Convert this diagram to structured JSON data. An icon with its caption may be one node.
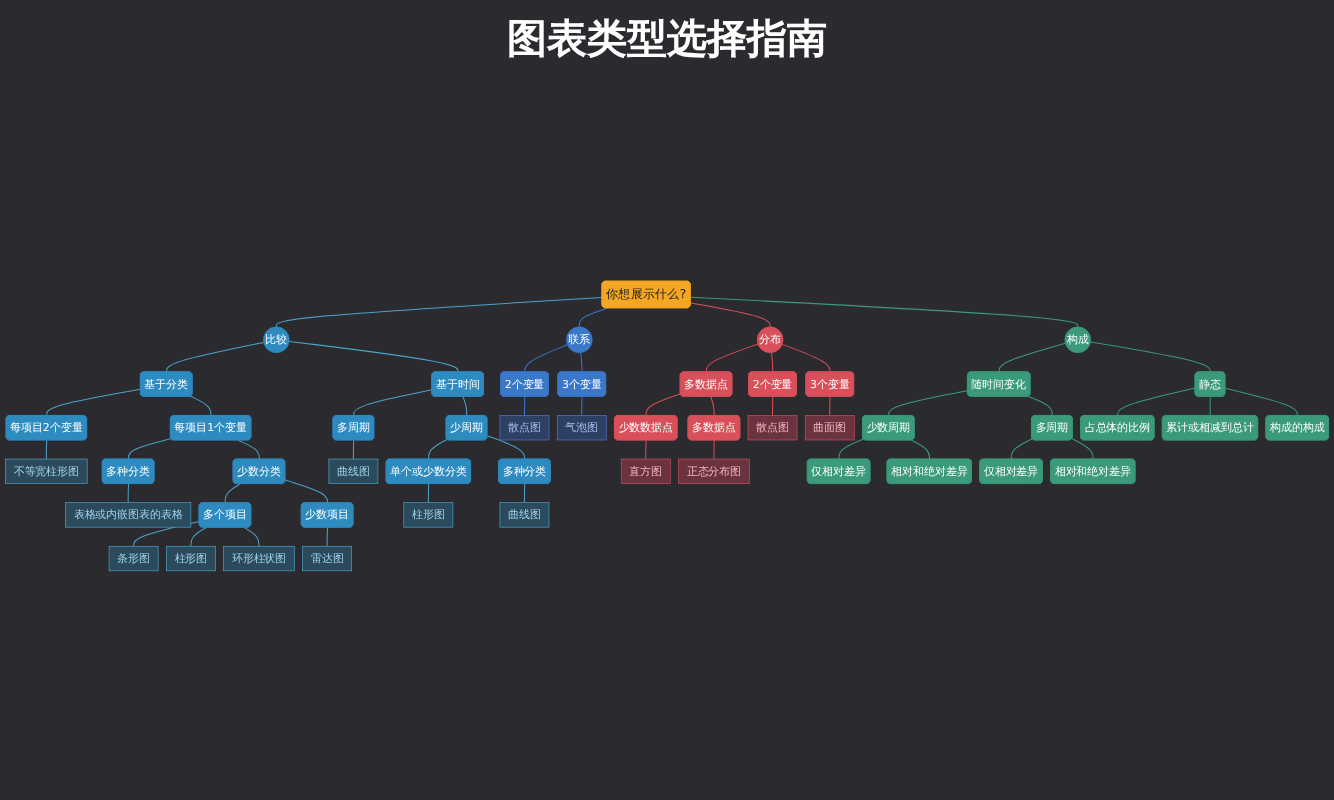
{
  "diagram": {
    "title": "图表类型选择指南",
    "nodes": [
      {
        "text": [
          "你想展示什么?"
        ]
      },
      {
        "text": [
          "比较"
        ]
      },
      {
        "text": [
          "联系"
        ]
      },
      {
        "text": [
          "分布"
        ]
      },
      {
        "text": [
          "构成"
        ]
      },
      {
        "text": [
          "基于分类"
        ]
      },
      {
        "text": [
          "基于时间"
        ]
      },
      {
        "text": [
          "每项目2个变量"
        ]
      },
      {
        "text": [
          "每项目1个变量"
        ]
      },
      {
        "text": [
          "多种分类"
        ]
      },
      {
        "text": [
          "少数分类"
        ]
      },
      {
        "text": [
          "多个项目"
        ]
      },
      {
        "text": [
          "少数项目"
        ]
      },
      {
        "text": [
          "多周期"
        ]
      },
      {
        "text": [
          "少周期"
        ]
      },
      {
        "text": [
          "单个或少数分类"
        ]
      },
      {
        "text": [
          "多种分类"
        ]
      },
      {
        "text": [
          "不等宽柱形图"
        ]
      },
      {
        "text": [
          "表格或内嵌图表的表格"
        ]
      },
      {
        "text": [
          "条形图"
        ]
      },
      {
        "text": [
          "柱形图"
        ]
      },
      {
        "text": [
          "环形柱状图"
        ]
      },
      {
        "text": [
          "雷达图"
        ]
      },
      {
        "text": [
          "曲线图"
        ]
      },
      {
        "text": [
          "柱形图"
        ]
      },
      {
        "text": [
          "曲线图"
        ]
      },
      {
        "text": [
          "2个变量"
        ]
      },
      {
        "text": [
          "3个变量"
        ]
      },
      {
        "text": [
          "散点图"
        ]
      },
      {
        "text": [
          "气泡图"
        ]
      },
      {
        "text": [
          "多数据点"
        ]
      },
      {
        "text": [
          "少数数据点"
        ]
      },
      {
        "text": [
          "多数据点"
        ]
      },
      {
        "text": [
          "2个变量"
        ]
      },
      {
        "text": [
          "3个变量"
        ]
      },
      {
        "text": [
          "直方图"
        ]
      },
      {
        "text": [
          "正态分布图"
        ]
      },
      {
        "text": [
          "散点图"
        ]
      },
      {
        "text": [
          "曲面图"
        ]
      },
      {
        "text": [
          "随时间变化"
        ]
      },
      {
        "text": [
          "静态"
        ]
      },
      {
        "text": [
          "少数周期"
        ]
      },
      {
        "text": [
          "多周期"
        ]
      },
      {
        "text": [
          "仅相对差异"
        ]
      },
      {
        "text": [
          "相对和绝对差异"
        ]
      },
      {
        "text": [
          "仅相对差异"
        ]
      },
      {
        "text": [
          "相对和绝对差异"
        ]
      },
      {
        "text": [
          "占总体的比例"
        ]
      },
      {
        "text": [
          "累计或相减到总计"
        ]
      },
      {
        "text": [
          "构成的构成"
        ]
      }
    ],
    "edges": [
      {
        "from": 0,
        "to": 1,
        "arrow": "none"
      },
      {
        "from": 0,
        "to": 2,
        "arrow": "none",
        "color": "#3a78c9"
      },
      {
        "from": 0,
        "to": 3,
        "arrow": "none",
        "color": "#d9505a"
      },
      {
        "from": 0,
        "to": 4,
        "arrow": "none",
        "color": "#3a9a7a"
      },
      {
        "from": 1,
        "to": 5,
        "arrow": "none"
      },
      {
        "from": 1,
        "to": 6,
        "arrow": "none"
      },
      {
        "from": 5,
        "to": 7,
        "arrow": "none"
      },
      {
        "from": 5,
        "to": 8,
        "arrow": "none"
      },
      {
        "from": 7,
        "to": 17,
        "arrow": "none"
      },
      {
        "from": 8,
        "to": 9,
        "arrow": "none"
      },
      {
        "from": 8,
        "to": 10,
        "arrow": "none"
      },
      {
        "from": 9,
        "to": 18,
        "arrow": "none"
      },
      {
        "from": 10,
        "to": 11,
        "arrow": "none"
      },
      {
        "from": 10,
        "to": 12,
        "arrow": "none"
      },
      {
        "from": 11,
        "to": 19,
        "arrow": "none"
      },
      {
        "from": 11,
        "to": 20,
        "arrow": "none"
      },
      {
        "from": 11,
        "to": 21,
        "arrow": "none"
      },
      {
        "from": 12,
        "to": 22,
        "arrow": "none"
      },
      {
        "from": 6,
        "to": 13,
        "arrow": "none"
      },
      {
        "from": 6,
        "to": 14,
        "arrow": "none"
      },
      {
        "from": 13,
        "to": 23,
        "arrow": "none"
      },
      {
        "from": 14,
        "to": 15,
        "arrow": "none"
      },
      {
        "from": 14,
        "to": 16,
        "arrow": "none"
      },
      {
        "from": 15,
        "to": 24,
        "arrow": "none"
      },
      {
        "from": 16,
        "to": 25,
        "arrow": "none"
      },
      {
        "from": 2,
        "to": 26,
        "arrow": "none",
        "color": "#3a78c9"
      },
      {
        "from": 2,
        "to": 27,
        "arrow": "none",
        "color": "#3a78c9"
      },
      {
        "from": 26,
        "to": 28,
        "arrow": "none",
        "color": "#3a78c9"
      },
      {
        "from": 27,
        "to": 29,
        "arrow": "none",
        "color": "#3a78c9"
      },
      {
        "from": 3,
        "to": 30,
        "arrow": "none",
        "color": "#d9505a"
      },
      {
        "from": 3,
        "to": 33,
        "arrow": "none",
        "color": "#d9505a"
      },
      {
        "from": 3,
        "to": 34,
        "arrow": "none",
        "color": "#d9505a"
      },
      {
        "from": 30,
        "to": 31,
        "arrow": "none",
        "color": "#d9505a"
      },
      {
        "from": 30,
        "to": 32,
        "arrow": "none",
        "color": "#d9505a"
      },
      {
        "from": 31,
        "to": 35,
        "arrow": "none",
        "color": "#d9505a"
      },
      {
        "from": 32,
        "to": 36,
        "arrow": "none",
        "color": "#d9505a"
      },
      {
        "from": 33,
        "to": 37,
        "arrow": "none",
        "color": "#d9505a"
      },
      {
        "from": 34,
        "to": 38,
        "arrow": "none",
        "color": "#d9505a"
      },
      {
        "from": 4,
        "to": 39,
        "arrow": "none",
        "color": "#3a9a7a"
      },
      {
        "from": 4,
        "to": 40,
        "arrow": "none",
        "color": "#3a9a7a"
      },
      {
        "from": 39,
        "to": 41,
        "arrow": "none",
        "color": "#3a9a7a"
      },
      {
        "from": 39,
        "to": 42,
        "arrow": "none",
        "color": "#3a9a7a"
      },
      {
        "from": 41,
        "to": 43,
        "arrow": "none",
        "color": "#3a9a7a"
      },
      {
        "from": 41,
        "to": 44,
        "arrow": "none",
        "color": "#3a9a7a"
      },
      {
        "from": 42,
        "to": 45,
        "arrow": "none",
        "color": "#3a9a7a"
      },
      {
        "from": 42,
        "to": 46,
        "arrow": "none",
        "color": "#3a9a7a"
      },
      {
        "from": 40,
        "to": 47,
        "arrow": "none",
        "color": "#3a9a7a"
      },
      {
        "from": 40,
        "to": 48,
        "arrow": "none",
        "color": "#3a9a7a"
      },
      {
        "from": 40,
        "to": 49,
        "arrow": "none",
        "color": "#3a9a7a"
      }
    ]
  }
}
